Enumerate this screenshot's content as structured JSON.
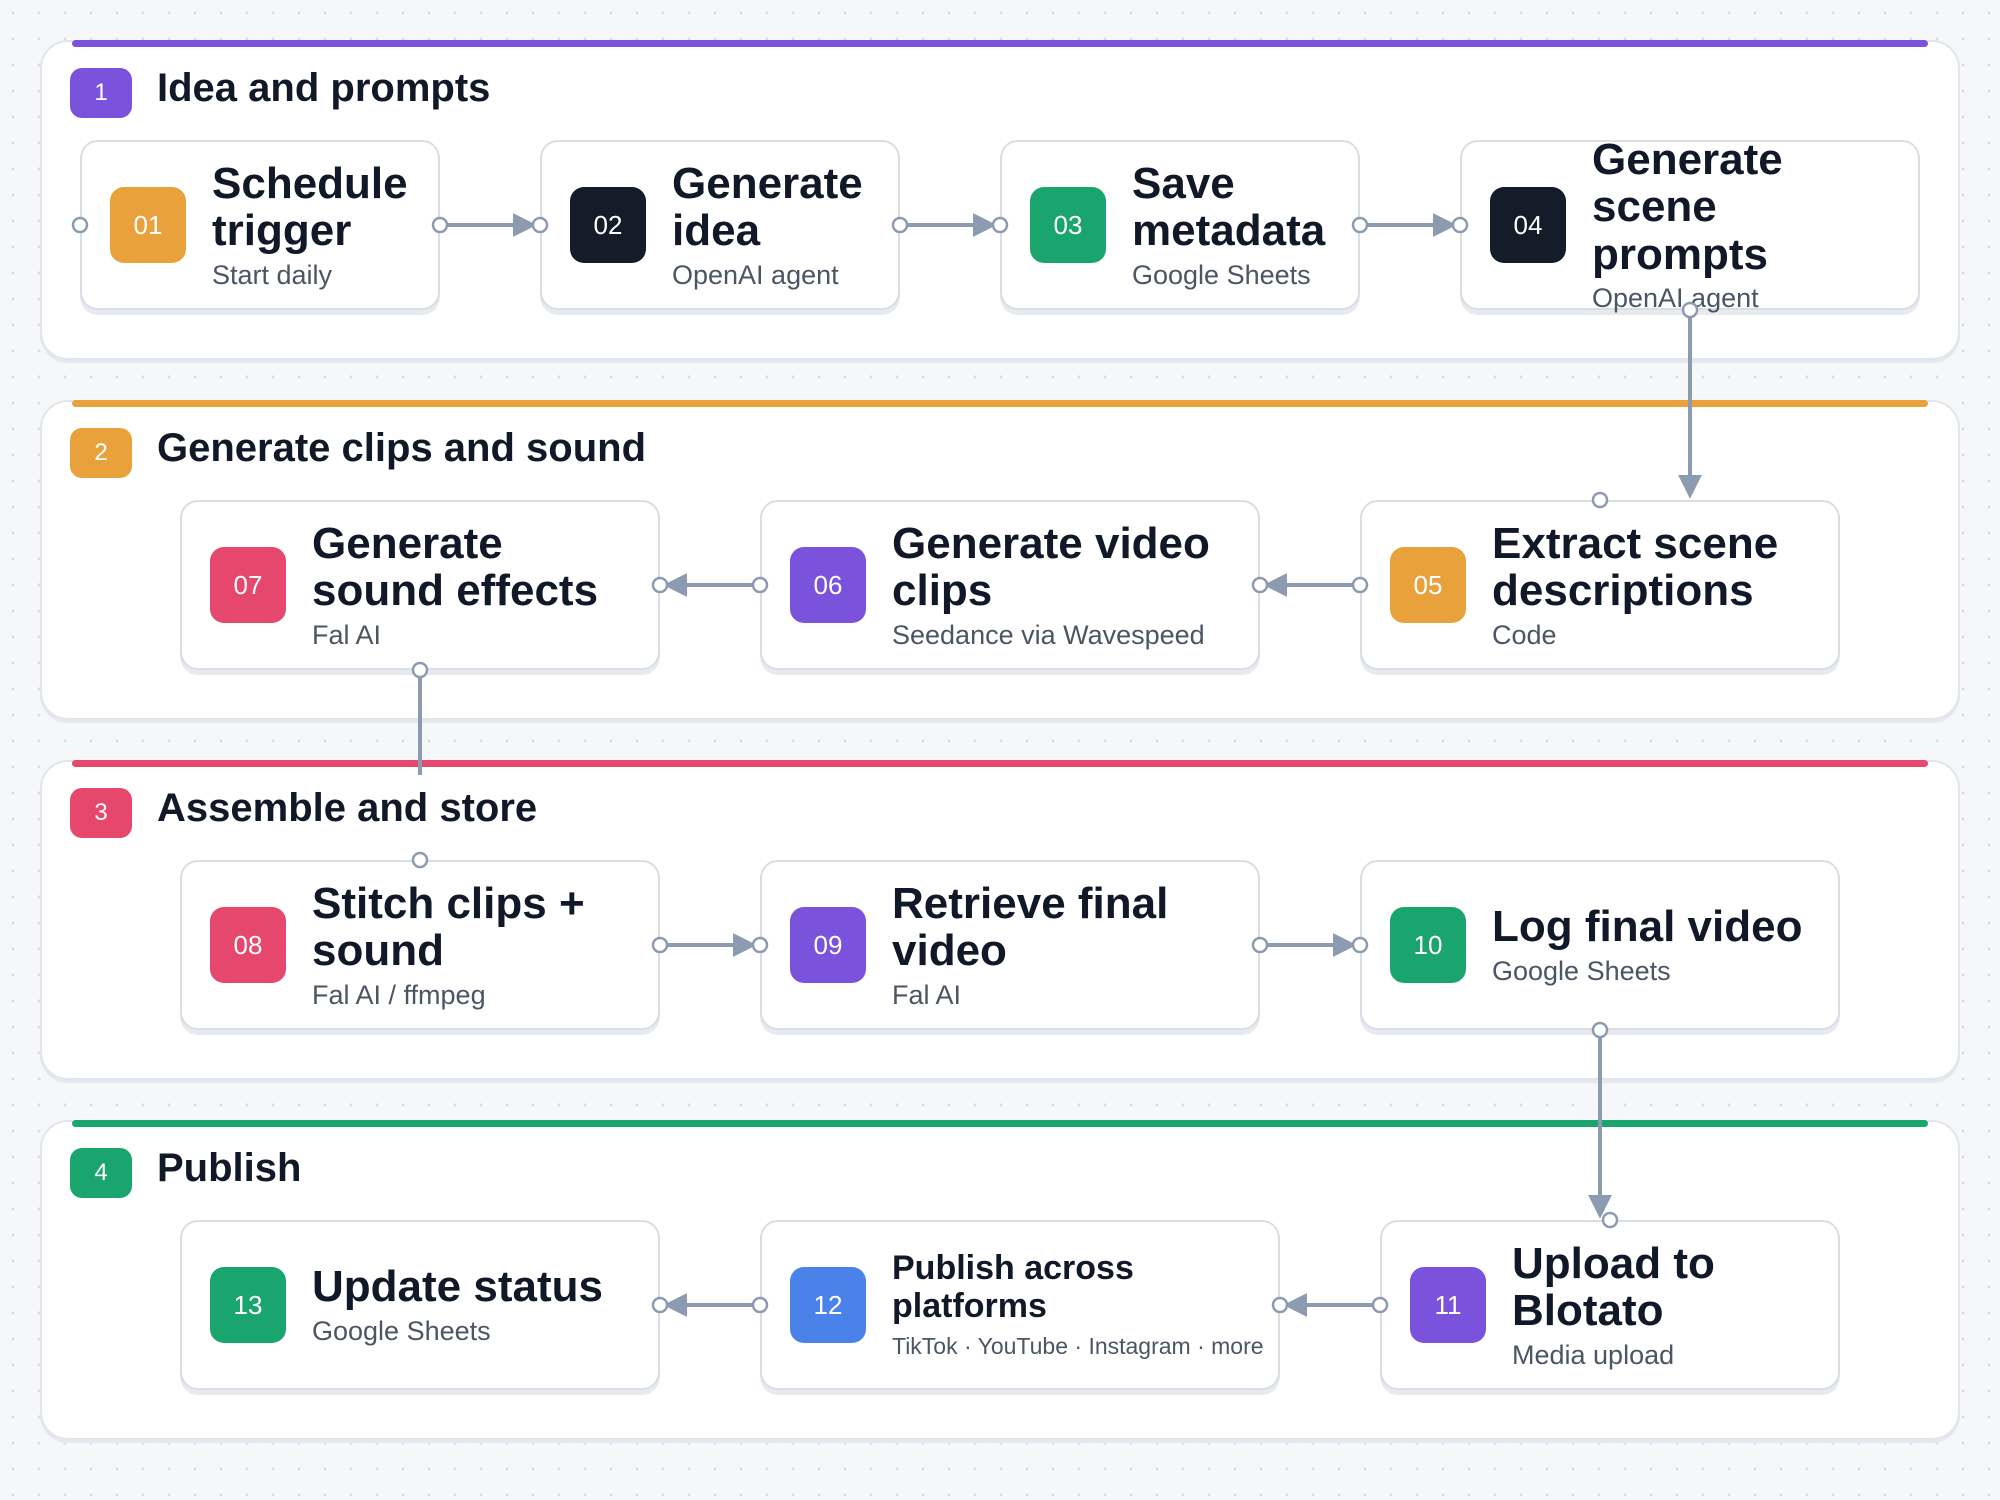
{
  "colors": {
    "purple": "#7b52db",
    "orange": "#e9a13b",
    "red": "#e6476c",
    "green": "#1ba56e",
    "dark": "#141c29",
    "blue": "#4a82ea",
    "wire": "#8d9bb0"
  },
  "sections": [
    {
      "number": "1",
      "title": "Idea and prompts"
    },
    {
      "number": "2",
      "title": "Generate clips and sound"
    },
    {
      "number": "3",
      "title": "Assemble and store"
    },
    {
      "number": "4",
      "title": "Publish"
    }
  ],
  "nodes": {
    "n01": {
      "number": "01",
      "title": "Schedule trigger",
      "subtitle": "Start daily"
    },
    "n02": {
      "number": "02",
      "title": "Generate idea",
      "subtitle": "OpenAI agent"
    },
    "n03": {
      "number": "03",
      "title": "Save metadata",
      "subtitle": "Google Sheets"
    },
    "n04": {
      "number": "04",
      "title": "Generate scene prompts",
      "subtitle": "OpenAI agent"
    },
    "n05": {
      "number": "05",
      "title": "Extract scene descriptions",
      "subtitle": "Code"
    },
    "n06": {
      "number": "06",
      "title": "Generate video clips",
      "subtitle": "Seedance via Wavespeed"
    },
    "n07": {
      "number": "07",
      "title": "Generate sound effects",
      "subtitle": "Fal AI"
    },
    "n08": {
      "number": "08",
      "title": "Stitch clips + sound",
      "subtitle": "Fal AI / ffmpeg"
    },
    "n09": {
      "number": "09",
      "title": "Retrieve final video",
      "subtitle": "Fal AI"
    },
    "n10": {
      "number": "10",
      "title": "Log final video",
      "subtitle": "Google Sheets"
    },
    "n11": {
      "number": "11",
      "title": "Upload to Blotato",
      "subtitle": "Media upload"
    },
    "n12": {
      "number": "12",
      "title": "Publish across platforms",
      "subtitle": "TikTok · YouTube · Instagram · more"
    },
    "n13": {
      "number": "13",
      "title": "Update status",
      "subtitle": "Google Sheets"
    }
  }
}
